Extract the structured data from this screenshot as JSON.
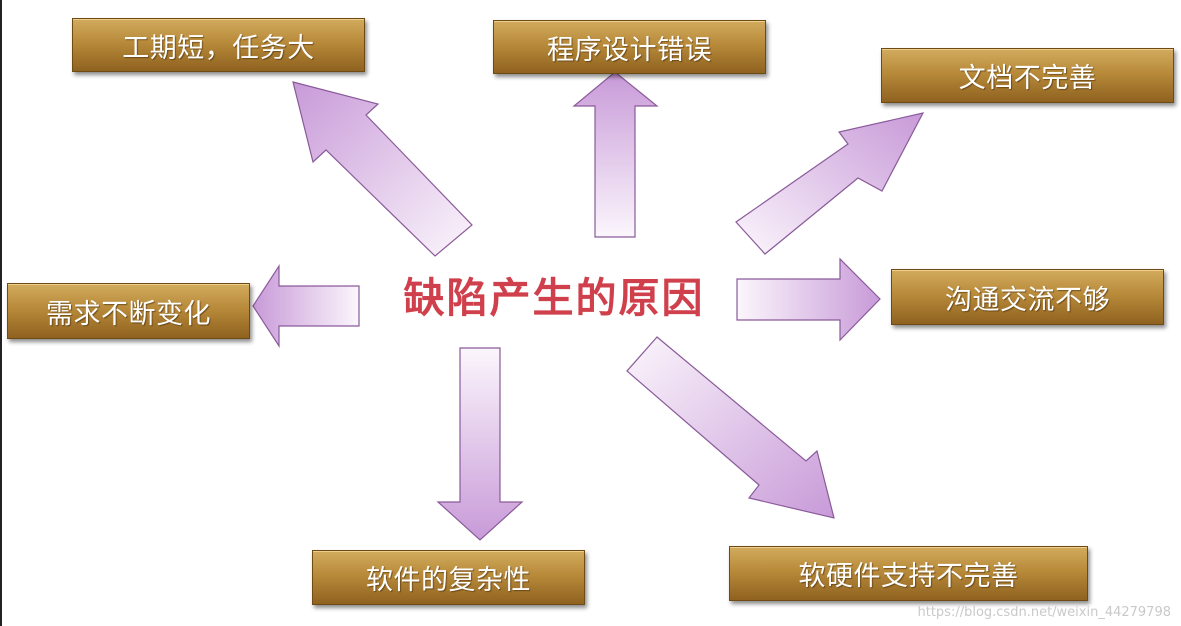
{
  "diagram": {
    "center": "缺陷产生的原因",
    "causes": {
      "short_schedule": "工期短，任务大",
      "design_error": "程序设计错误",
      "incomplete_docs": "文档不完善",
      "changing_requirements": "需求不断变化",
      "poor_communication": "沟通交流不够",
      "software_complexity": "软件的复杂性",
      "hw_sw_support": "软硬件支持不完善"
    },
    "colors": {
      "center_text": "#d0404c",
      "box_fill": "#b88a3a",
      "arrow_fill_light": "#fbf6fc",
      "arrow_fill_dark": "#c89ad8",
      "arrow_stroke": "#8a5a9a"
    }
  },
  "watermark": "https://blog.csdn.net/weixin_44279798"
}
